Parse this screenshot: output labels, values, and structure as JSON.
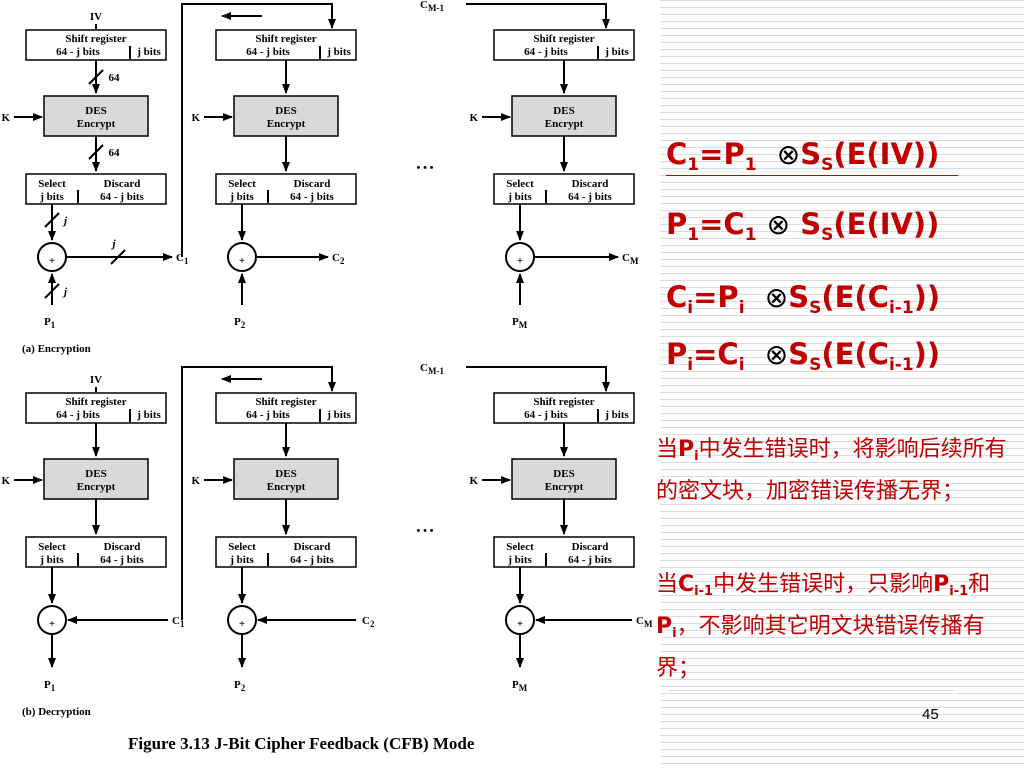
{
  "diagram": {
    "iv": "IV",
    "shift_title": "Shift register",
    "shift_left": "64 - j bits",
    "shift_right": "j bits",
    "des_line1": "DES",
    "des_line2": "Encrypt",
    "key": "K",
    "select_line1": "Select",
    "select_line2": "j bits",
    "discard_line1": "Discard",
    "discard_line2": "64 - j bits",
    "bits64": "64",
    "bitsj": "j",
    "c1": "C",
    "c1_sub": "1",
    "c2": "C",
    "c2_sub": "2",
    "cm": "C",
    "cm_sub": "M",
    "cm1": "C",
    "cm1_sub": "M-1",
    "p1": "P",
    "p1_sub": "1",
    "p2": "P",
    "p2_sub": "2",
    "pm": "P",
    "pm_sub": "M",
    "plus": "+",
    "ellipsis": "• • •",
    "encryption_caption": "(a) Encryption",
    "decryption_caption": "(b) Decryption"
  },
  "figure_caption": "Figure 3.13  J-Bit Cipher Feedback (CFB) Mode",
  "equations": {
    "eq1": {
      "a": "C",
      "a_sub": "1",
      "eq": "=P",
      "b_sub": "1",
      "op": "⊗",
      "s": "S",
      "s_sub": "S",
      "rest": "(E(IV))"
    },
    "eq2": {
      "a": "P",
      "a_sub": "1",
      "eq": "=C",
      "b_sub": "1",
      "op": "⊗",
      "s": "S",
      "s_sub": "S",
      "rest": "(E(IV))"
    },
    "eq3": {
      "a": "C",
      "a_sub": "i",
      "eq": "=P",
      "b_sub": "i",
      "op": "⊗",
      "s": "S",
      "s_sub": "S",
      "rest1": "(E(C",
      "rest_sub": "i-1",
      "rest2": "))"
    },
    "eq4": {
      "a": "P",
      "a_sub": "i",
      "eq": "=C",
      "b_sub": "i",
      "op": "⊗",
      "s": "S",
      "s_sub": "S",
      "rest1": "(E(C",
      "rest_sub": "i-1",
      "rest2": "))"
    }
  },
  "notes": {
    "note1": {
      "pre": "当",
      "var": "P",
      "var_sub": "i",
      "text": "中发生错误时，将影响后续所有的密文块，加密错误传播无界；"
    },
    "note2": {
      "pre": "当",
      "var": "C",
      "var_sub": "i-1",
      "mid": "中发生错误时，只影响",
      "var2": "P",
      "var2_sub": "i-1",
      "and": "和",
      "var3": "P",
      "var3_sub": "i",
      "text": "，不影响其它明文块错误传播有界；"
    }
  },
  "page_number": "45"
}
